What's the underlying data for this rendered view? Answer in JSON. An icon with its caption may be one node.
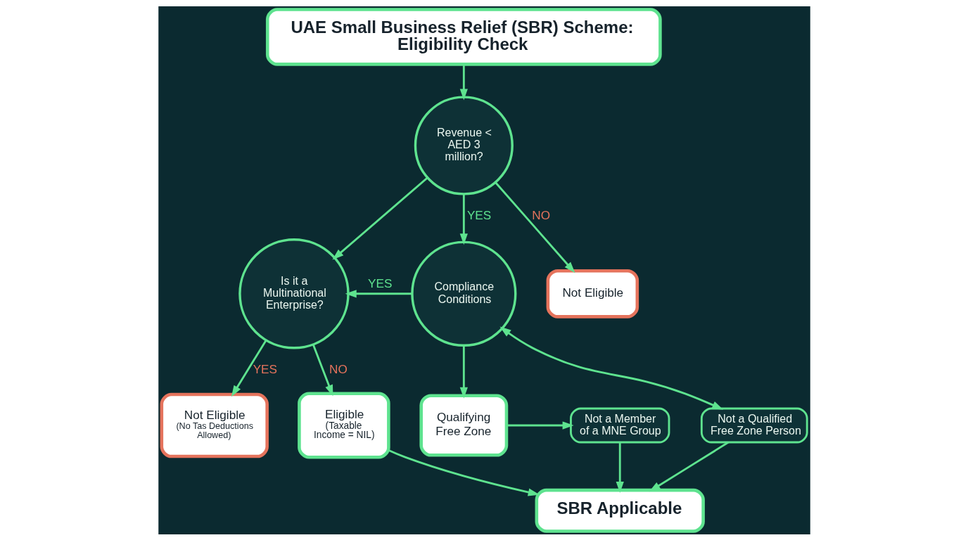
{
  "diagram": {
    "nodes": [
      {
        "text": [
          "UAE Small Business Relief (SBR) Scheme: Eligibility Check"
        ]
      },
      {
        "text": [
          "Revenue < AED 3 million?"
        ]
      },
      {
        "text": [
          "Not Eligible"
        ]
      },
      {
        "text": [
          "Compliance Conditions"
        ]
      },
      {
        "text": [
          "Is it a Multinational Enterprise?"
        ]
      },
      {
        "text": [
          "Not Eligible",
          "(No Tas Deductions Allowed)"
        ]
      },
      {
        "text": [
          "Eligible",
          "(Taxable Income = NIL)"
        ]
      },
      {
        "text": [
          "Qualifying Free Zone"
        ]
      },
      {
        "text": [
          "Not a Qualified Free Zone Person"
        ]
      },
      {
        "text": [
          "Not a Member of a MNE Group"
        ]
      },
      {
        "text": [
          "SBR Applicable"
        ]
      }
    ],
    "edges": [
      {
        "from": 0,
        "to": 1,
        "arrow": "to"
      },
      {
        "from": 1,
        "to": 2,
        "arrow": "to",
        "label": "NO"
      },
      {
        "from": 1,
        "to": 4,
        "arrow": "to"
      },
      {
        "from": 1,
        "to": 3,
        "arrow": "to",
        "label": "YES"
      },
      {
        "from": 3,
        "to": 4,
        "arrow": "to",
        "label": "YES"
      },
      {
        "from": 4,
        "to": 5,
        "arrow": "to",
        "label": "YES"
      },
      {
        "from": 4,
        "to": 6,
        "arrow": "to",
        "label": "NO"
      },
      {
        "from": 3,
        "to": 7,
        "arrow": "to"
      },
      {
        "from": 3,
        "to": 8,
        "arrow": "both"
      },
      {
        "from": 7,
        "to": 9,
        "arrow": "to"
      },
      {
        "from": 8,
        "to": 10,
        "arrow": "to"
      },
      {
        "from": 9,
        "to": 10,
        "arrow": "to"
      },
      {
        "from": 6,
        "to": 10,
        "arrow": "to"
      }
    ]
  }
}
